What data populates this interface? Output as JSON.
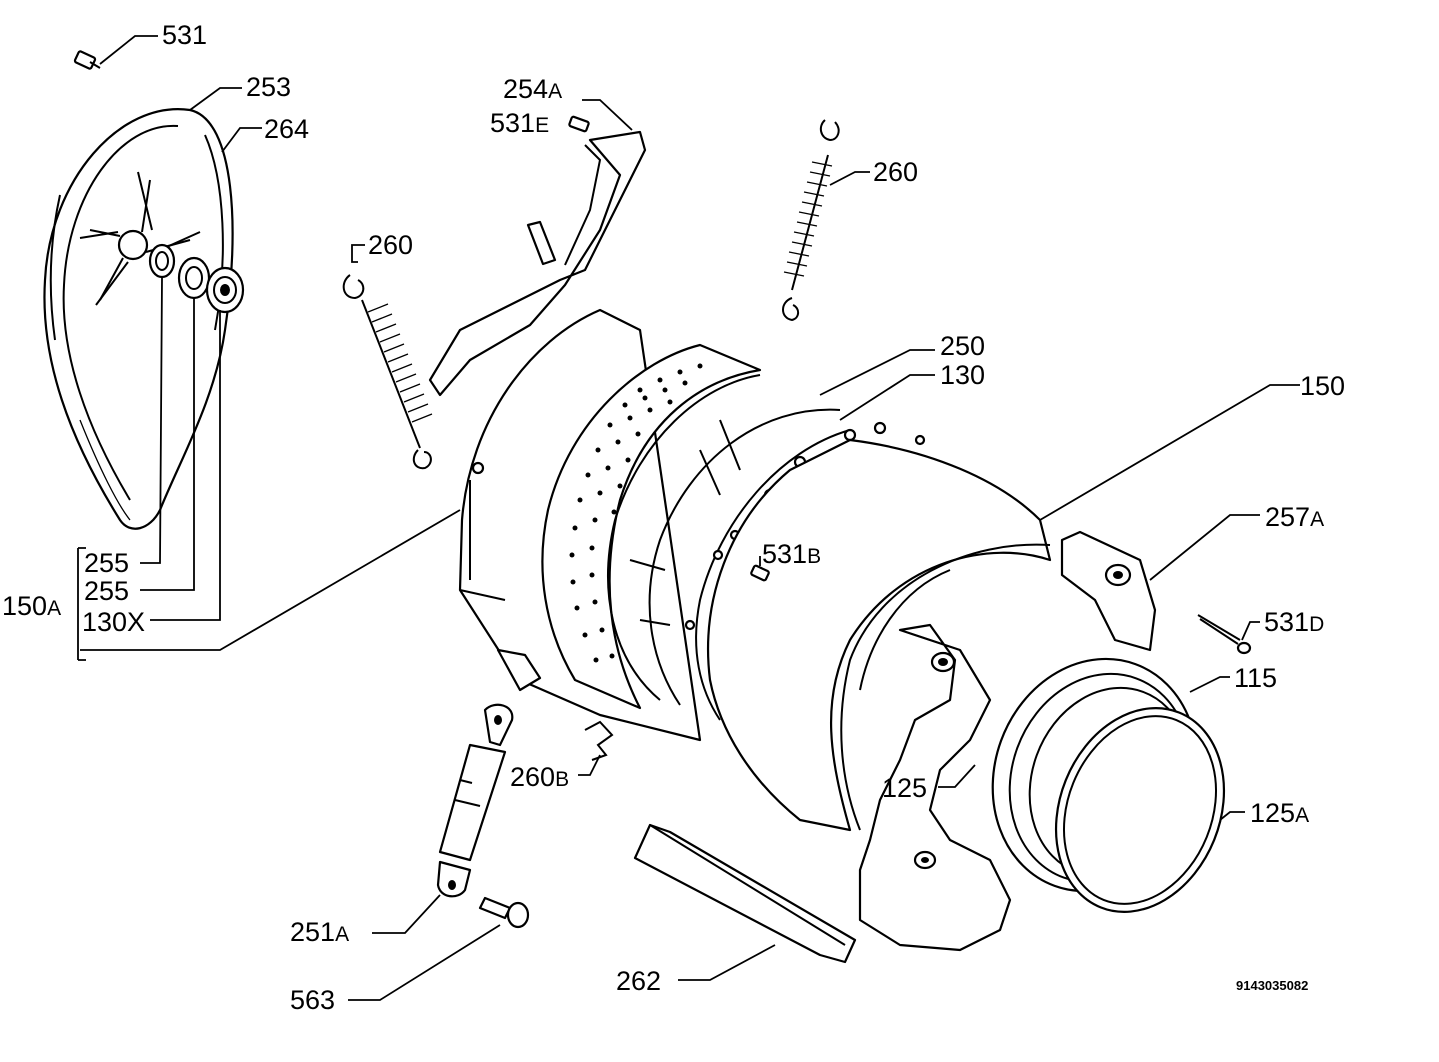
{
  "diagram": {
    "doc_number": "9143035082",
    "callouts": [
      {
        "id": "c531",
        "num": "531",
        "suffix": ""
      },
      {
        "id": "c253",
        "num": "253",
        "suffix": ""
      },
      {
        "id": "c264",
        "num": "264",
        "suffix": ""
      },
      {
        "id": "c254a",
        "num": "254",
        "suffix": "A"
      },
      {
        "id": "c531e",
        "num": "531",
        "suffix": "E"
      },
      {
        "id": "c260top",
        "num": "260",
        "suffix": ""
      },
      {
        "id": "c260left",
        "num": "260",
        "suffix": ""
      },
      {
        "id": "c250",
        "num": "250",
        "suffix": ""
      },
      {
        "id": "c130",
        "num": "130",
        "suffix": ""
      },
      {
        "id": "c150",
        "num": "150",
        "suffix": ""
      },
      {
        "id": "c257a",
        "num": "257",
        "suffix": "A"
      },
      {
        "id": "c531b",
        "num": "531",
        "suffix": "B"
      },
      {
        "id": "c531d",
        "num": "531",
        "suffix": "D"
      },
      {
        "id": "c115",
        "num": "115",
        "suffix": ""
      },
      {
        "id": "c125",
        "num": "125",
        "suffix": ""
      },
      {
        "id": "c125a",
        "num": "125",
        "suffix": "A"
      },
      {
        "id": "c260b",
        "num": "260",
        "suffix": "B"
      },
      {
        "id": "c251a",
        "num": "251",
        "suffix": "A"
      },
      {
        "id": "c563",
        "num": "563",
        "suffix": ""
      },
      {
        "id": "c262",
        "num": "262",
        "suffix": ""
      },
      {
        "id": "c255a",
        "num": "255",
        "suffix": ""
      },
      {
        "id": "c255b",
        "num": "255",
        "suffix": ""
      },
      {
        "id": "c130x",
        "num": "130X",
        "suffix": ""
      },
      {
        "id": "c150a",
        "num": "150",
        "suffix": "A"
      }
    ]
  }
}
